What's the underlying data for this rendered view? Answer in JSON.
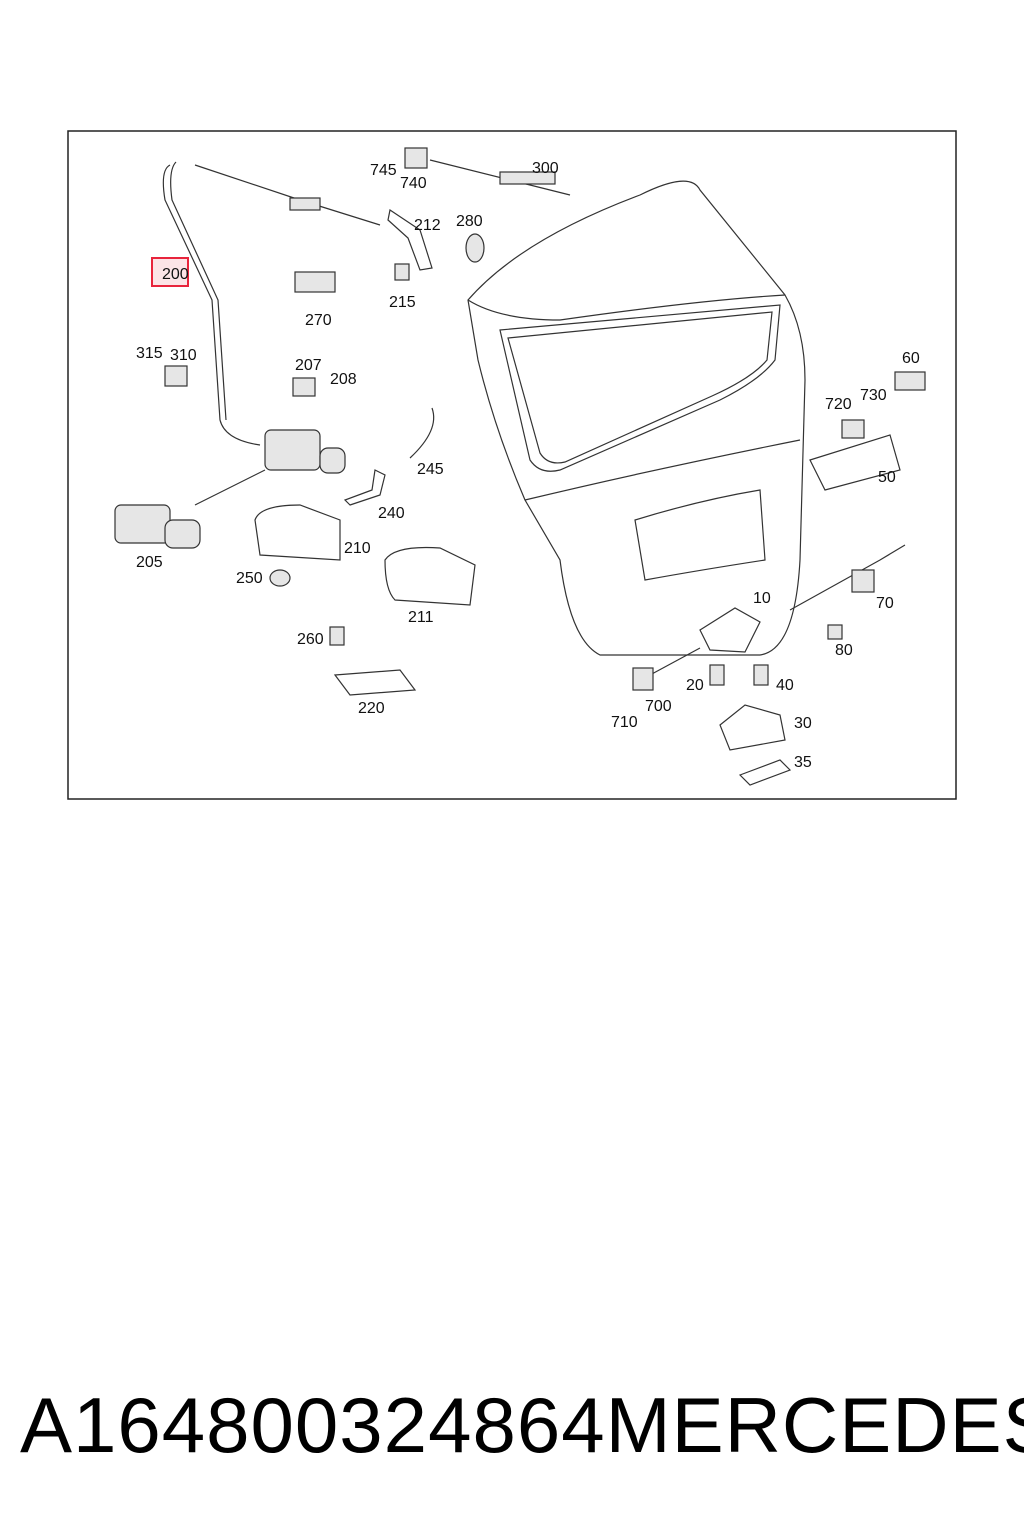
{
  "diagram": {
    "labels": {
      "p200": "200",
      "p205": "205",
      "p207": "207",
      "p208": "208",
      "p210": "210",
      "p211": "211",
      "p212": "212",
      "p215": "215",
      "p220": "220",
      "p240": "240",
      "p245": "245",
      "p250": "250",
      "p260": "260",
      "p270": "270",
      "p280": "280",
      "p300": "300",
      "p310": "310",
      "p315": "315",
      "p740": "740",
      "p745": "745",
      "p60": "60",
      "p730": "730",
      "p720": "720",
      "p50": "50",
      "p70": "70",
      "p80": "80",
      "p10": "10",
      "p20": "20",
      "p40": "40",
      "p30": "30",
      "p35": "35",
      "p700": "700",
      "p710": "710"
    },
    "highlighted_part": "200",
    "highlight_color": "#e8243c"
  },
  "footer": {
    "part_number": "A164800324864",
    "brand": "MERCEDES"
  }
}
